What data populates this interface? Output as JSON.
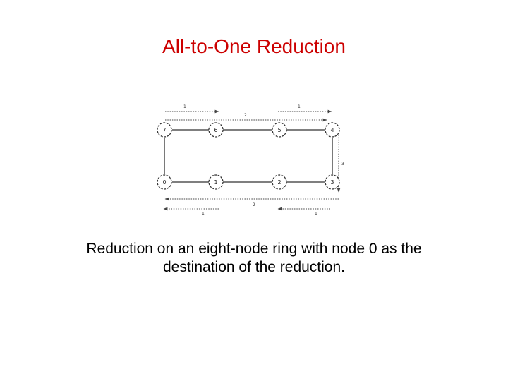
{
  "title": "All-to-One Reduction",
  "caption": {
    "line1": "Reduction on an eight-node ring with node 0 as the",
    "line2": "destination of the reduction."
  },
  "diagram": {
    "top_nodes": [
      "7",
      "6",
      "5",
      "4"
    ],
    "bottom_nodes": [
      "0",
      "1",
      "2",
      "3"
    ],
    "step_labels": {
      "top_left": "1",
      "top_middle": "2",
      "top_right": "1",
      "right_side": "3",
      "bottom_middle": "2",
      "bottom_left": "1",
      "bottom_right": "1"
    },
    "colors": {
      "line": "#333333",
      "arrow": "#444444",
      "node_fill": "#ffffff"
    }
  }
}
